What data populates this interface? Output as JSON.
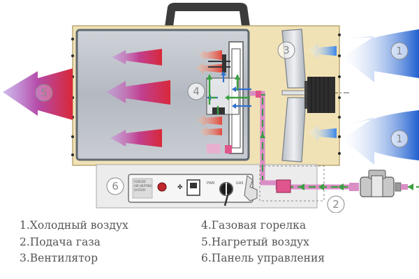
{
  "markers": [
    "1",
    "2",
    "3",
    "4",
    "5",
    "6"
  ],
  "panel_text": {
    "line1": "FORCED",
    "line2": "AIR HEATING",
    "line3": "SYSTEM",
    "power_label": "PWR",
    "gas_label": "GAS"
  },
  "legend": {
    "items": [
      "1.Холодный воздух",
      "2.Подача газа",
      "3.Вентилятор",
      "4.Газовая горелка",
      "5.Нагретый воздух",
      "6.Панель управления"
    ]
  },
  "colors": {
    "casing": "#f1e2b6",
    "chamber": "#bfc4cb",
    "cold_air": "#2f6fd0",
    "hot_air_start": "#e0483c",
    "hot_air_end": "#c27bd8",
    "gas_line": "#d98ec4",
    "gas_arrow": "#3aa041"
  }
}
